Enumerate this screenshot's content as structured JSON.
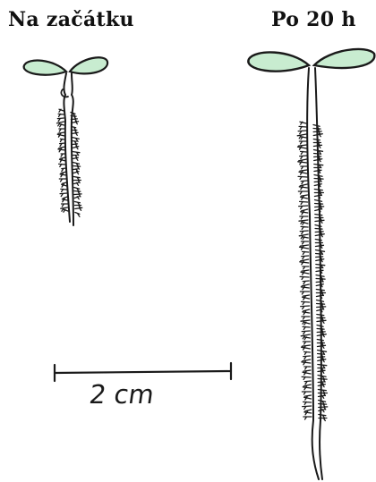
{
  "headings": {
    "start": "Na začátku",
    "after": "Po 20 h"
  },
  "scale_bar": {
    "label": "2 cm"
  },
  "colors": {
    "cotyledon_fill": "#c8ecd0",
    "ink": "#1a1a1a"
  }
}
